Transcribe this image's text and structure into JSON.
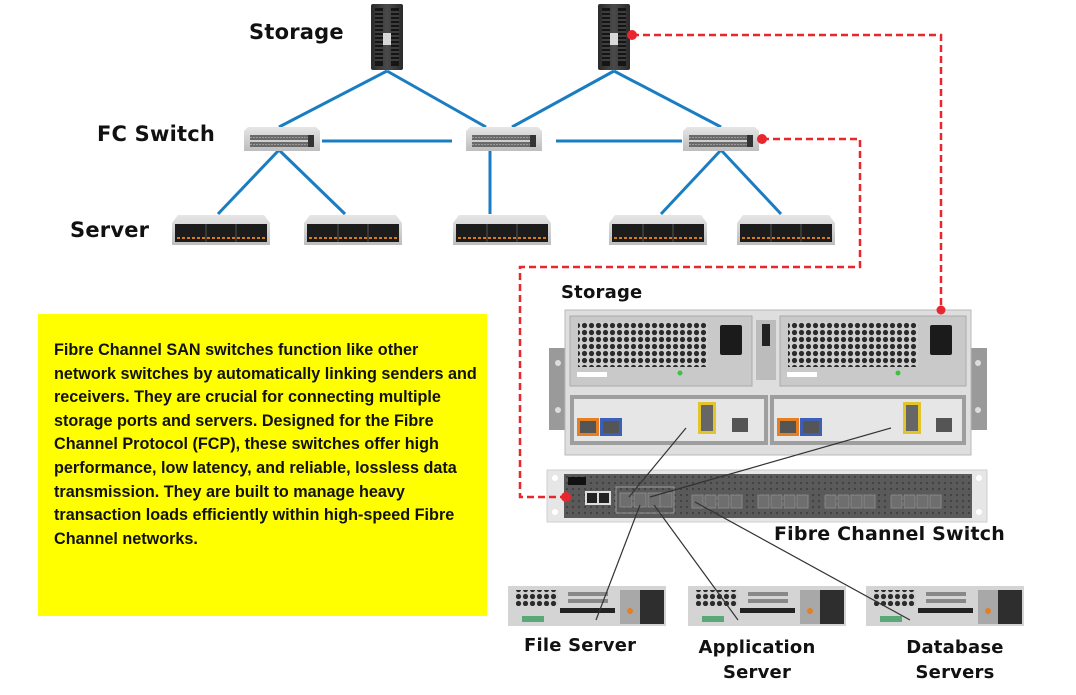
{
  "top_diagram": {
    "labels": {
      "storage": "Storage",
      "fc_switch": "FC Switch",
      "server": "Server"
    },
    "storage_units": 2,
    "fc_switches": 3,
    "servers": 5,
    "link_color": "#1a7dc2",
    "dashed_link_color": "#e8262e"
  },
  "bottom_diagram": {
    "labels": {
      "storage": "Storage",
      "fc_switch": "Fibre Channel Switch",
      "file_server": "File Server",
      "application_server_line1": "Application",
      "application_server_line2": "Server",
      "database_servers_line1": "Database",
      "database_servers_line2": "Servers"
    }
  },
  "note": {
    "background": "#ffff00",
    "text": "Fibre Channel SAN switches function like other network switches by automatically linking senders and receivers. They are crucial for connecting multiple storage ports and servers. Designed for the Fibre Channel Protocol (FCP), these switches offer high performance, low latency, and reliable, lossless data transmission. They are built to manage heavy transaction loads efficiently within high-speed Fibre Channel networks."
  }
}
